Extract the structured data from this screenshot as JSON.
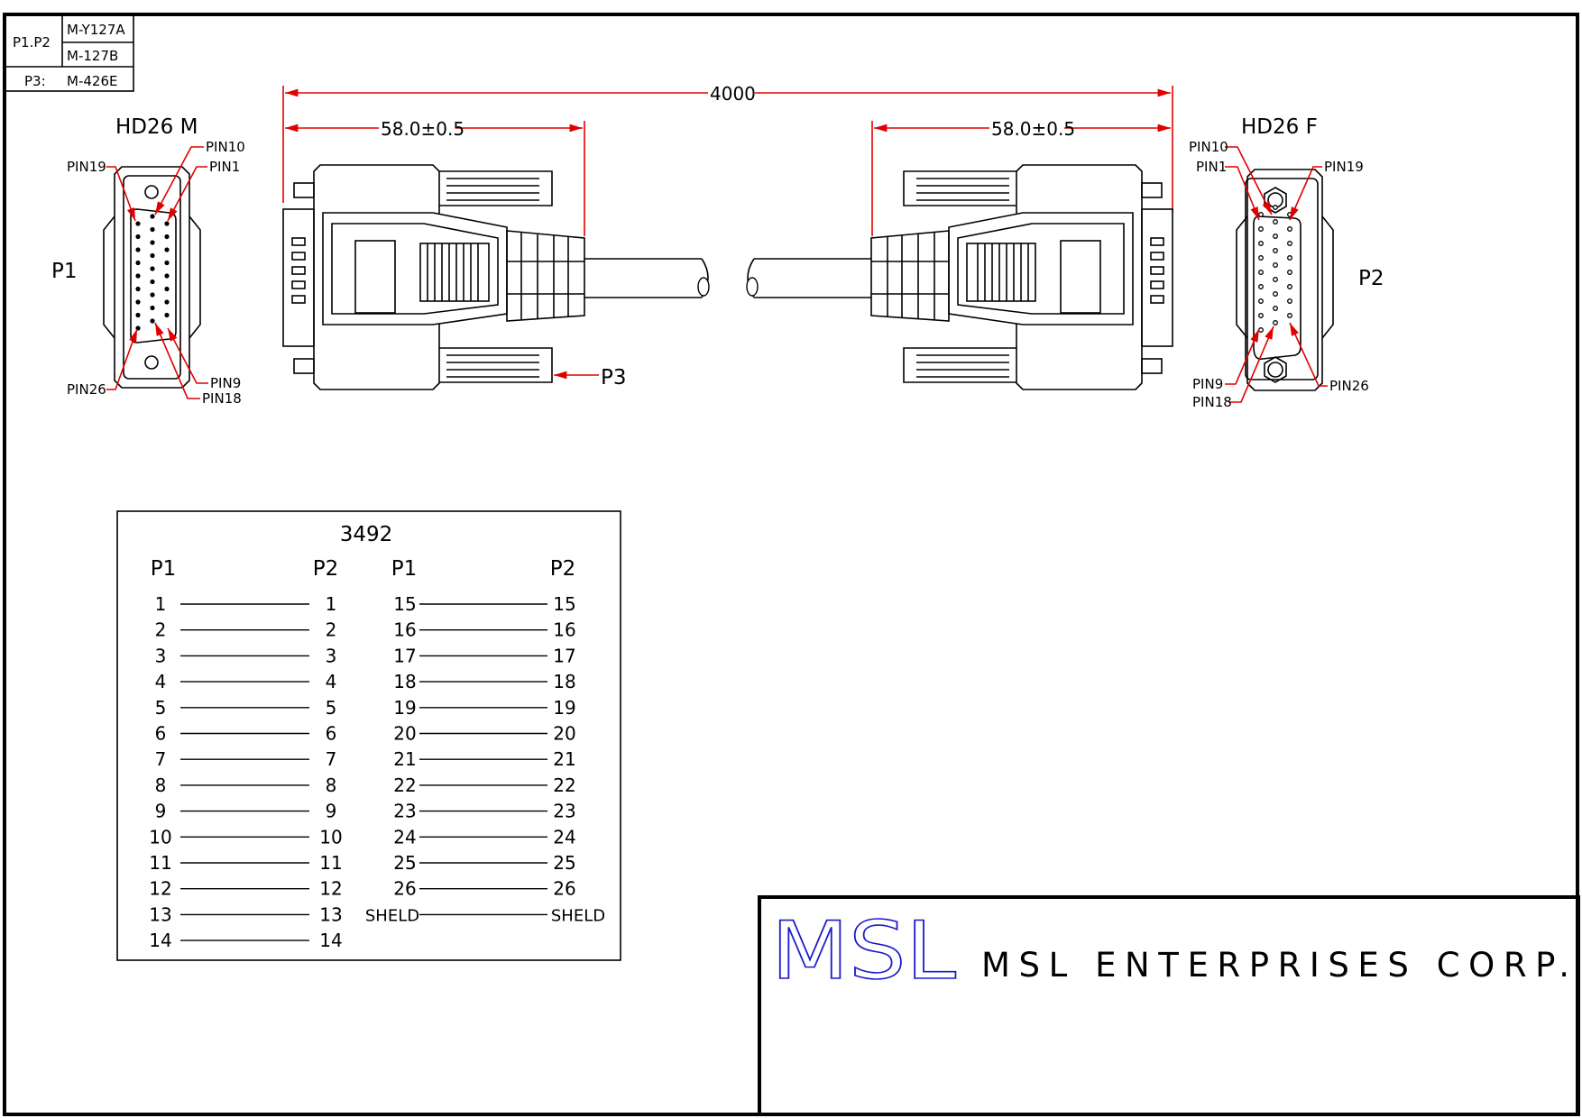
{
  "parts_table": {
    "p1p2_label": "P1.P2",
    "p1p2_part_a": "M-Y127A",
    "p1p2_part_b": "M-127B",
    "p3_label": "P3:",
    "p3_part": "M-426E"
  },
  "dimensions": {
    "overall_length": "4000",
    "left_connector_length": "58.0±0.5",
    "right_connector_length": "58.0±0.5"
  },
  "left_face": {
    "title": "HD26  M",
    "label": "P1",
    "pins": {
      "pin10": "PIN10",
      "pin19": "PIN19",
      "pin1": "PIN1",
      "pin26": "PIN26",
      "pin9": "PIN9",
      "pin18": "PIN18"
    }
  },
  "right_face": {
    "title": "HD26  F",
    "label": "P2",
    "pins": {
      "pin10": "PIN10",
      "pin1": "PIN1",
      "pin19": "PIN19",
      "pin9": "PIN9",
      "pin18": "PIN18",
      "pin26": "PIN26"
    }
  },
  "p3_callout": "P3",
  "wiring_table": {
    "title": "3492",
    "headers": [
      "P1",
      "P2",
      "P1",
      "P2"
    ],
    "left_rows": [
      [
        "1",
        "1"
      ],
      [
        "2",
        "2"
      ],
      [
        "3",
        "3"
      ],
      [
        "4",
        "4"
      ],
      [
        "5",
        "5"
      ],
      [
        "6",
        "6"
      ],
      [
        "7",
        "7"
      ],
      [
        "8",
        "8"
      ],
      [
        "9",
        "9"
      ],
      [
        "10",
        "10"
      ],
      [
        "11",
        "11"
      ],
      [
        "12",
        "12"
      ],
      [
        "13",
        "13"
      ],
      [
        "14",
        "14"
      ]
    ],
    "right_rows": [
      [
        "15",
        "15"
      ],
      [
        "16",
        "16"
      ],
      [
        "17",
        "17"
      ],
      [
        "18",
        "18"
      ],
      [
        "19",
        "19"
      ],
      [
        "20",
        "20"
      ],
      [
        "21",
        "21"
      ],
      [
        "22",
        "22"
      ],
      [
        "23",
        "23"
      ],
      [
        "24",
        "24"
      ],
      [
        "25",
        "25"
      ],
      [
        "26",
        "26"
      ],
      [
        "SHELD",
        "SHELD"
      ]
    ]
  },
  "title_block": {
    "logo_text": "MSL",
    "company": "MSL ENTERPRISES CORP."
  },
  "colors": {
    "dimension": "#e00000",
    "logo": "#1a1acc",
    "line": "#000000"
  }
}
